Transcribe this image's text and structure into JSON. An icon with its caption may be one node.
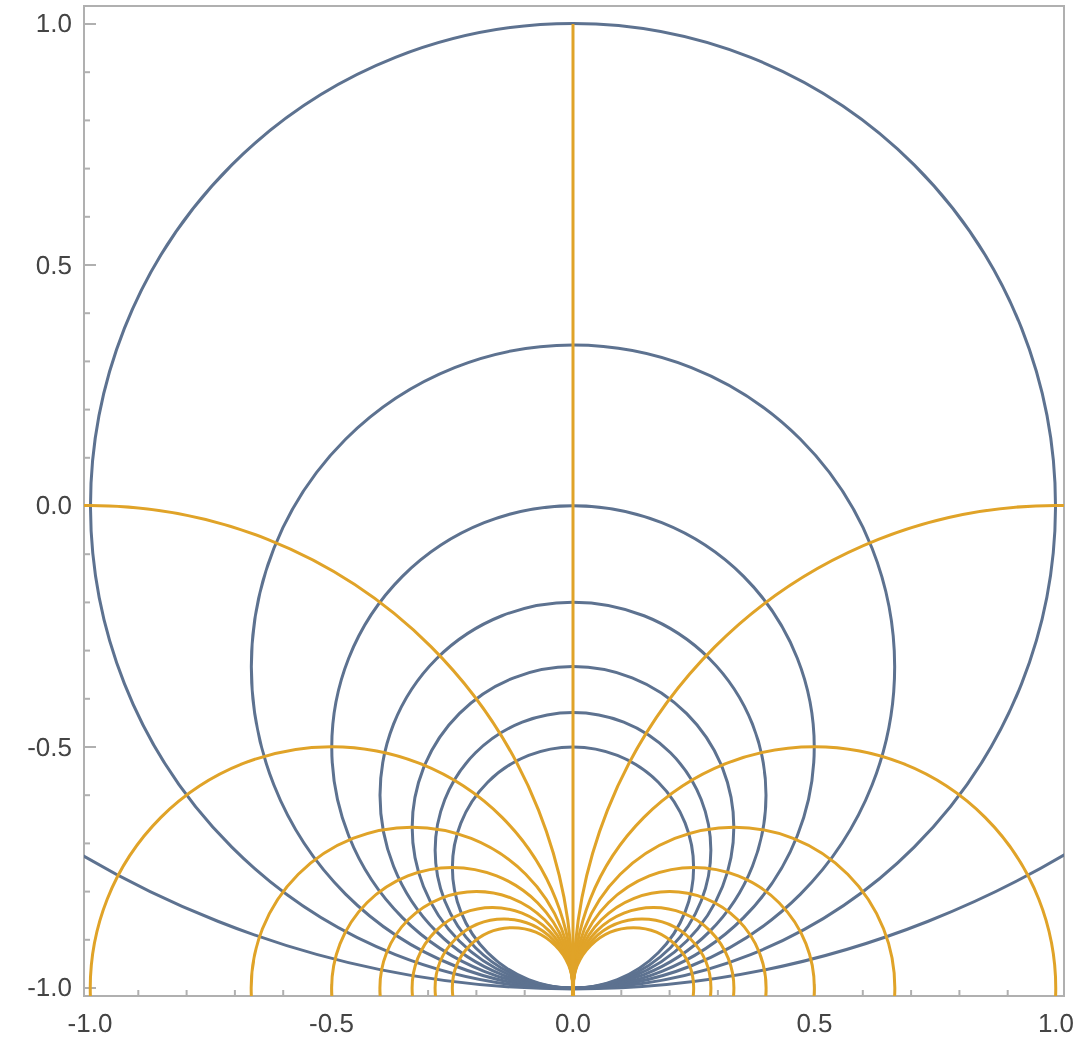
{
  "diagram": {
    "labels": [
      "1.0",
      "0.5",
      "0.0",
      "-0.5",
      "-1.0",
      "-1.0",
      "-0.5",
      "0.0",
      "0.5",
      "1.0"
    ]
  }
}
